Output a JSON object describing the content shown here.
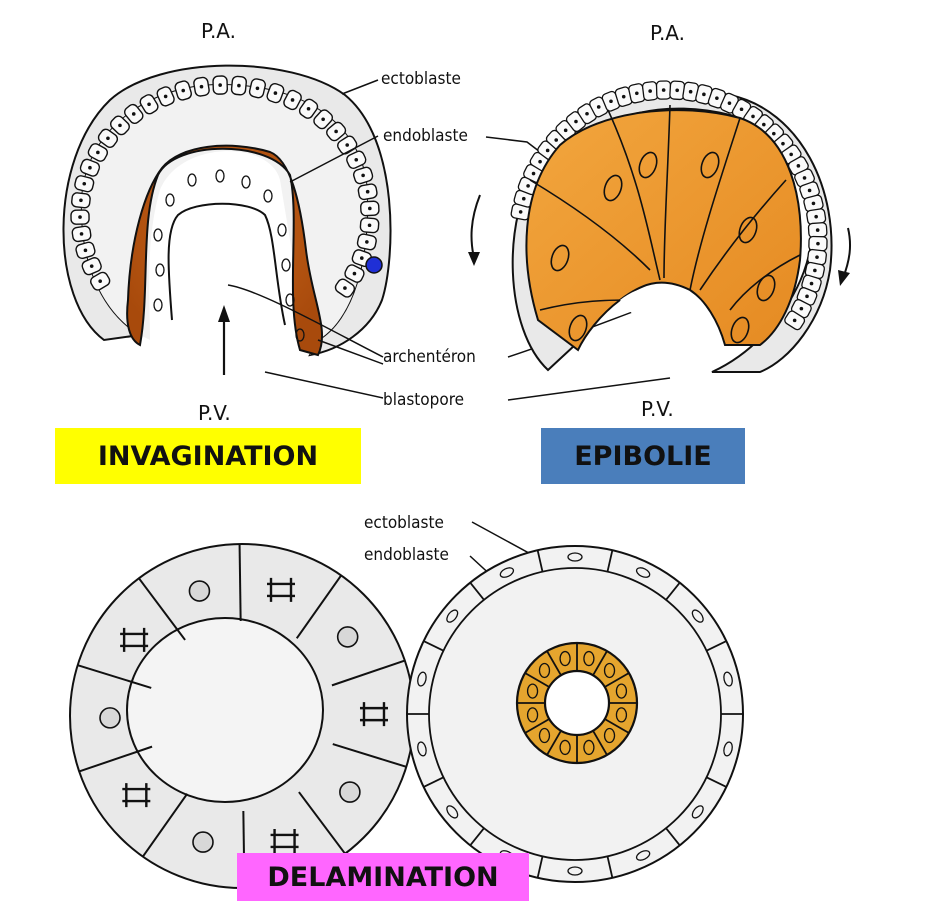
{
  "labels": {
    "pa_left": "P.A.",
    "pa_right": "P.A.",
    "pv_left": "P.V.",
    "pv_right": "P.V.",
    "ectoblaste_top": "ectoblaste",
    "endoblaste_top": "endoblaste",
    "archenteron": "archentéron",
    "blastopore": "blastopore",
    "ectoblaste_bottom": "ectoblaste",
    "endoblaste_bottom": "endoblaste"
  },
  "banners": {
    "invagination": "INVAGINATION",
    "epibolie": "EPIBOLIE",
    "delamination": "DELAMINATION"
  },
  "colors": {
    "invagination_banner": "#ffff00",
    "epibolie_banner": "#4a7ebb",
    "delamination_banner": "#ff66ff",
    "endoderm_dark": "#b8560f",
    "endoderm_light": "#f0a23a",
    "cavity": "#f2f2f2",
    "marker_cell": "#1f2fd6"
  }
}
